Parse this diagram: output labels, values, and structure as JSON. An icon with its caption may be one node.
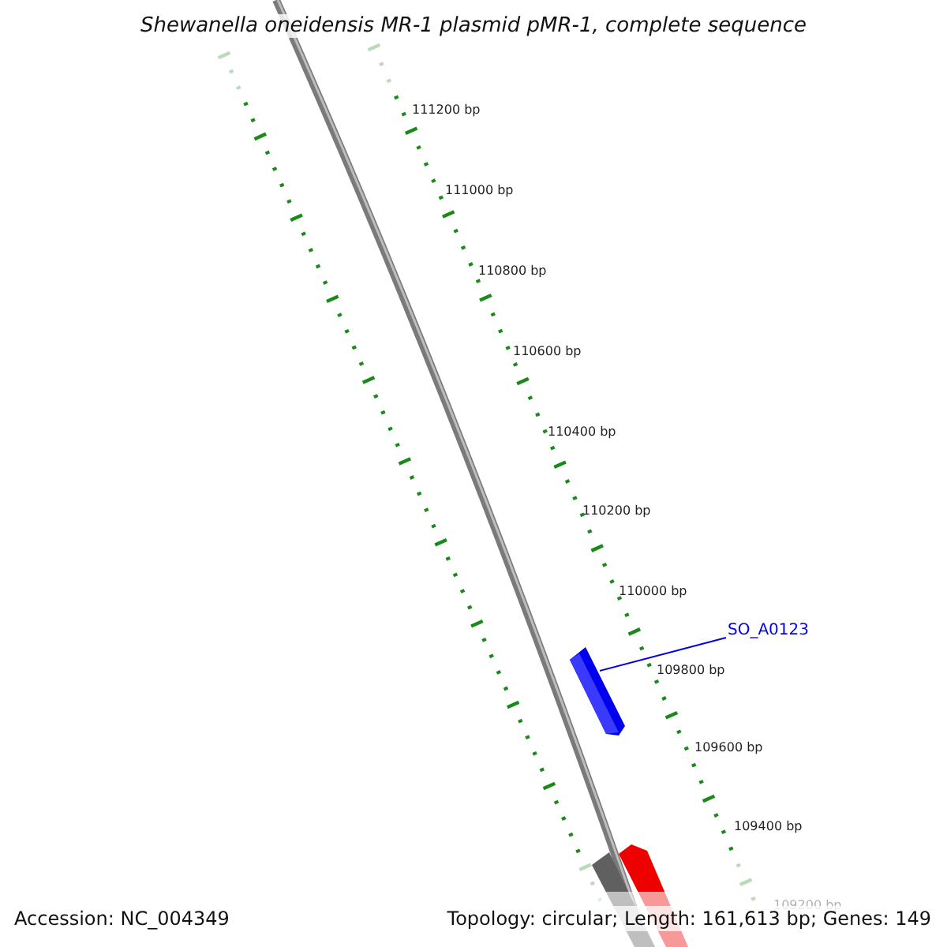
{
  "diagram": {
    "title": "Shewanella oneidensis MR-1 plasmid pMR-1, complete sequence",
    "nodes": [
      {
        "text": [
          "SO_A0123"
        ]
      },
      {
        "text": [],
        "shape": "bar"
      }
    ],
    "edges": [
      {
        "from": 0,
        "to": 1,
        "arrow": "none"
      }
    ],
    "labels": [
      "111200 bp",
      "111000 bp",
      "110800 bp",
      "110600 bp",
      "110400 bp",
      "110200 bp",
      "110000 bp",
      "109800 bp",
      "109600 bp",
      "109400 bp",
      "109200 bp",
      "Accession: NC_004349",
      "Topology: circular; Length: 161,613 bp; Genes: 149"
    ]
  }
}
